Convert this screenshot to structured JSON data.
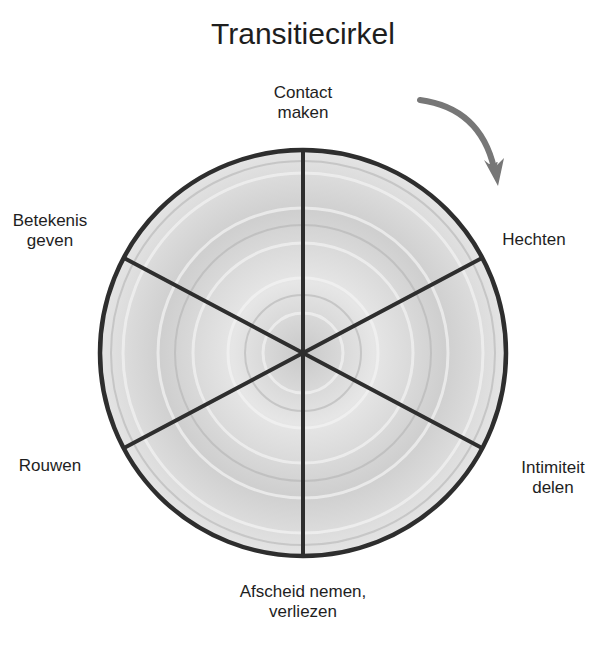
{
  "diagram": {
    "title": "Transitiecirkel",
    "labels": [
      "Contact maken",
      "Hechten",
      "Intimiteit delen",
      "Afscheid nemen, verliezen",
      "Rouwen",
      "Betekenis geven"
    ]
  }
}
